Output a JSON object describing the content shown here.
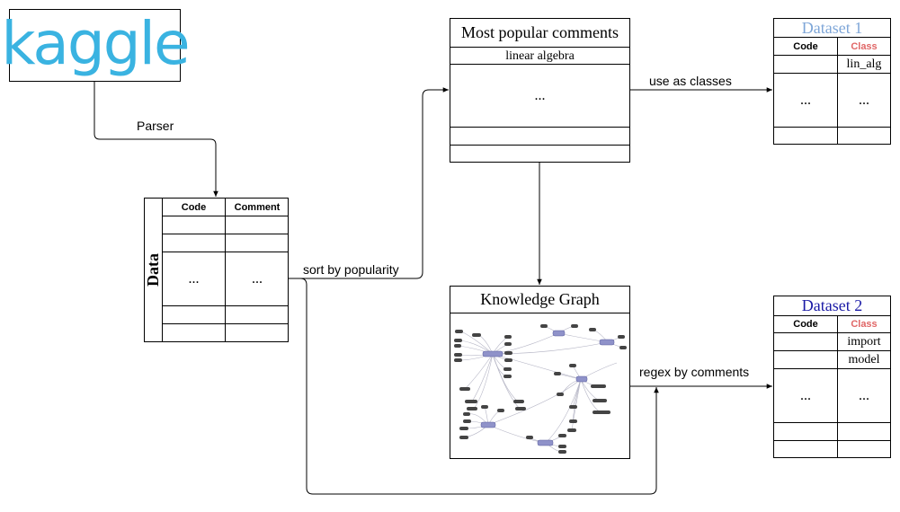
{
  "kaggle": {
    "logo_text": "kaggle",
    "logo_color": "#3ab3e1"
  },
  "edges": {
    "parser": "Parser",
    "sort_by_popularity": "sort by popularity",
    "use_as_classes": "use as classes",
    "regex_by_comments": "regex by comments"
  },
  "data_table": {
    "side_label": "Data",
    "headers": [
      "Code",
      "Comment"
    ],
    "ellipsis": "..."
  },
  "popular": {
    "title": "Most popular comments",
    "first_row": "linear algebra",
    "ellipsis": "..."
  },
  "dataset1": {
    "title": "Dataset 1",
    "title_color": "#7ea6d8",
    "headers": [
      "Code",
      "Class"
    ],
    "class_color": "#e06666",
    "rows": [
      "lin_alg"
    ],
    "ellipsis": "..."
  },
  "knowledge_graph": {
    "title": "Knowledge Graph"
  },
  "dataset2": {
    "title": "Dataset 2",
    "title_color": "#1a1aa6",
    "headers": [
      "Code",
      "Class"
    ],
    "class_color": "#e06666",
    "rows": [
      "import",
      "model"
    ],
    "ellipsis": "..."
  }
}
